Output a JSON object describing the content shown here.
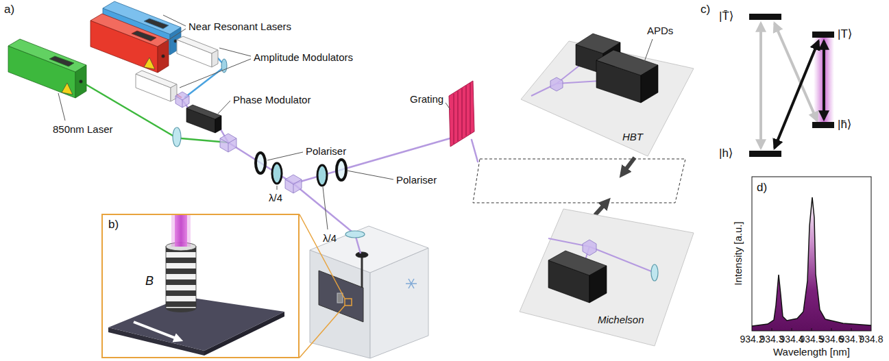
{
  "diagram": {
    "nodes": [
      {
        "text": [
          "b)",
          "B"
        ]
      },
      {
        "text": [
          "HBT"
        ]
      },
      {
        "text": [
          "Michelson"
        ]
      }
    ],
    "labels": [
      "a)",
      "Near Resonant Lasers",
      "Amplitude Modulators",
      "Phase Modulator",
      "850nm Laser",
      "Polariser",
      "λ/4",
      "Polariser",
      "λ/4",
      "Grating",
      "APDs",
      "c)",
      "|T̄⟩",
      "|T⟩",
      "|h̄⟩",
      "|h⟩",
      "d)",
      "Intensity [a.u.]",
      "Wavelength [nm]",
      "934.2",
      "934.3",
      "934.4",
      "934.5",
      "934.6",
      "934.7",
      "934.8"
    ]
  }
}
